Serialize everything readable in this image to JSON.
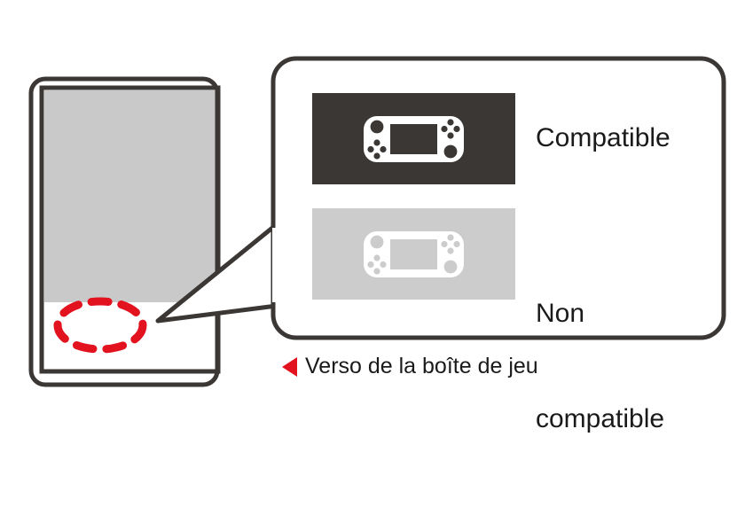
{
  "figure": {
    "type": "instructional-diagram",
    "language": "fr",
    "caption": {
      "marker_icon": "left-triangle-icon",
      "marker_color": "#E2121F",
      "text": "Verso de la boîte de jeu"
    }
  },
  "game_box": {
    "name": "game-box-back",
    "outline_color": "#3B3735",
    "panel_fill": "#C9C9C9",
    "highlight": {
      "shape": "dashed-ellipse",
      "color": "#E2121F",
      "style": "dashed"
    }
  },
  "callout": {
    "name": "zoom-callout-balloon",
    "border_color": "#3B3735",
    "background": "#FFFFFF",
    "rows": [
      {
        "key": "compatible",
        "label": "Compatible",
        "swatch_color": "#3B3735",
        "icon": "handheld-console-icon",
        "icon_color": "#FFFFFF",
        "screen_color": "#3B3735"
      },
      {
        "key": "non-compatible",
        "label": "Non\ncompatible",
        "label_line1": "Non",
        "label_line2": "compatible",
        "swatch_color": "#CCCCCC",
        "icon": "handheld-console-icon",
        "icon_color": "#FFFFFF",
        "screen_color": "#CCCCCC"
      }
    ]
  },
  "colors": {
    "ink": "#3B3735",
    "red": "#E2121F",
    "gray_panel": "#C9C9C9",
    "gray_swatch": "#CCCCCC",
    "dark_swatch": "#3B3735",
    "text": "#1a1a1a"
  }
}
